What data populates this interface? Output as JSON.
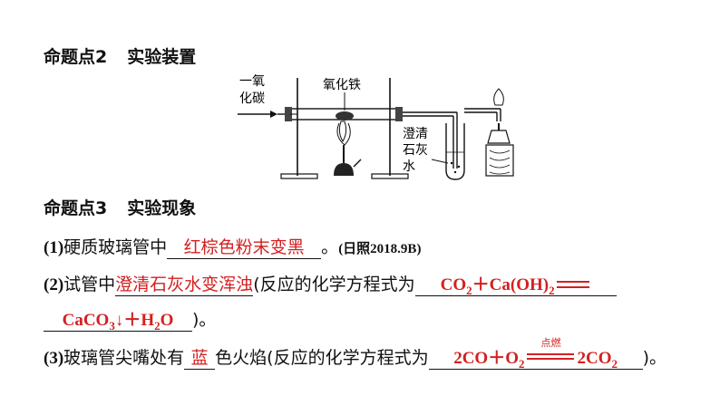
{
  "heading2": {
    "label": "命题点2",
    "title": "实验装置"
  },
  "apparatus": {
    "gas_in": [
      "一氧",
      "化碳"
    ],
    "oxide_label": "氧化铁",
    "limewater_label": [
      "澄清",
      "石灰",
      "水"
    ]
  },
  "heading3": {
    "label": "命题点3",
    "title": "实验现象"
  },
  "q1": {
    "num": "(1)",
    "text": "硬质玻璃管中",
    "answer": "红棕色粉末变黑",
    "after": "。",
    "source": "(日照2018.9B)"
  },
  "q2": {
    "num": "(2)",
    "text": "试管中",
    "answer": "澄清石灰水变浑浊",
    "text2": "(反应的化学方程式为",
    "eq_left": {
      "a": "CO",
      "a_sub": "2",
      "plus": "＋",
      "b": "Ca(OH)",
      "b_sub": "2"
    },
    "eq_right": {
      "a": "CaCO",
      "a_sub": "3",
      "arrow": "↓",
      "plus": "＋",
      "b": "H",
      "b_sub": "2",
      "c": "O"
    },
    "end": ")。"
  },
  "q3": {
    "num": "(3)",
    "text": "玻璃管尖嘴处有",
    "answer": "蓝",
    "text2": "色火焰(反应的化学方程式为",
    "eq": {
      "a": "2CO",
      "plus": "＋",
      "b": "O",
      "b_sub": "2",
      "cond": "点燃",
      "c": "2CO",
      "c_sub": "2"
    },
    "end": ")。"
  }
}
